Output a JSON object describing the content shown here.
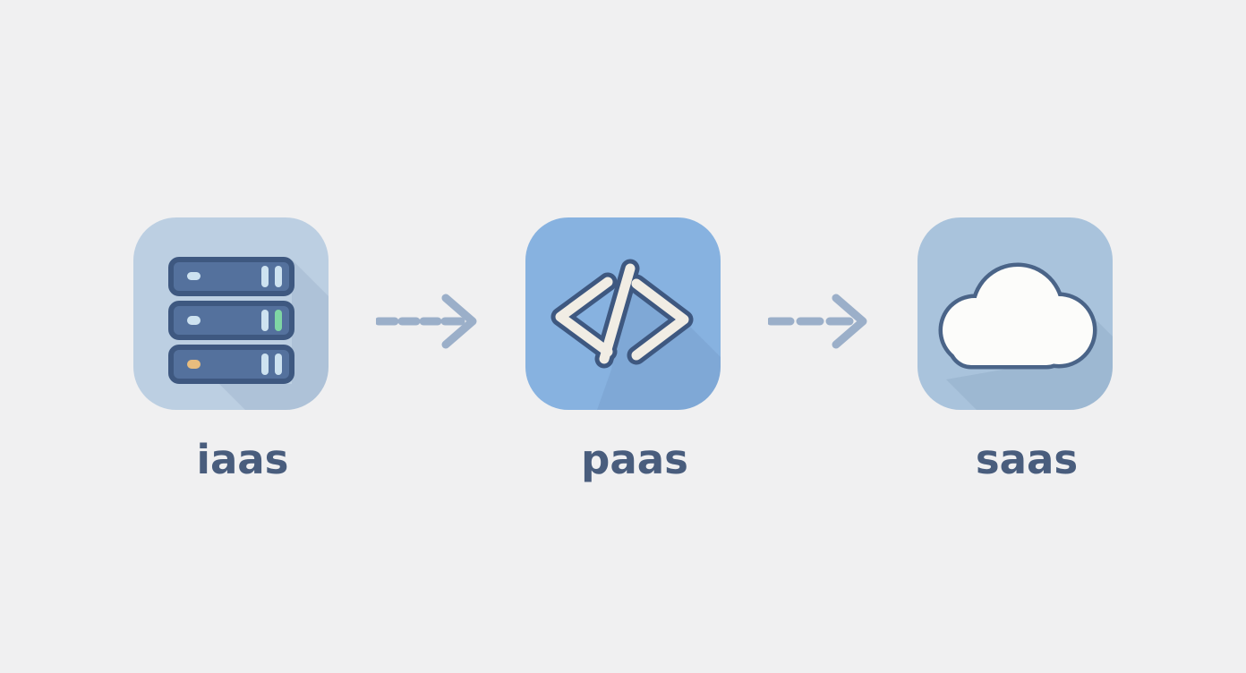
{
  "colors": {
    "background": "#f0f0f1",
    "label": "#495d7d",
    "arrow": "#9bafc9",
    "tile-iaas": "#bccfe2",
    "tile-paas": "#87b2e0",
    "tile-saas": "#a9c3dc",
    "server-fill": "#54719d",
    "icon-outline": "#3e5880",
    "slat-light": "#cde2f0",
    "slat-green": "#7fd6a4",
    "slat-orange": "#e9bd7e",
    "glyph-cream": "#f1ede4",
    "cloud-fill": "#fcfcfa",
    "cloud-outline": "#4a6488",
    "shadow": "rgba(62,88,128,0.10)"
  },
  "diagram": {
    "items": [
      {
        "id": "iaas",
        "label": "iaas",
        "icon": "server-stack-icon"
      },
      {
        "id": "paas",
        "label": "paas",
        "icon": "code-icon"
      },
      {
        "id": "saas",
        "label": "saas",
        "icon": "cloud-icon"
      }
    ],
    "connectors": [
      {
        "type": "dashed-arrow",
        "direction": "right"
      },
      {
        "type": "dashed-arrow",
        "direction": "right"
      }
    ]
  }
}
